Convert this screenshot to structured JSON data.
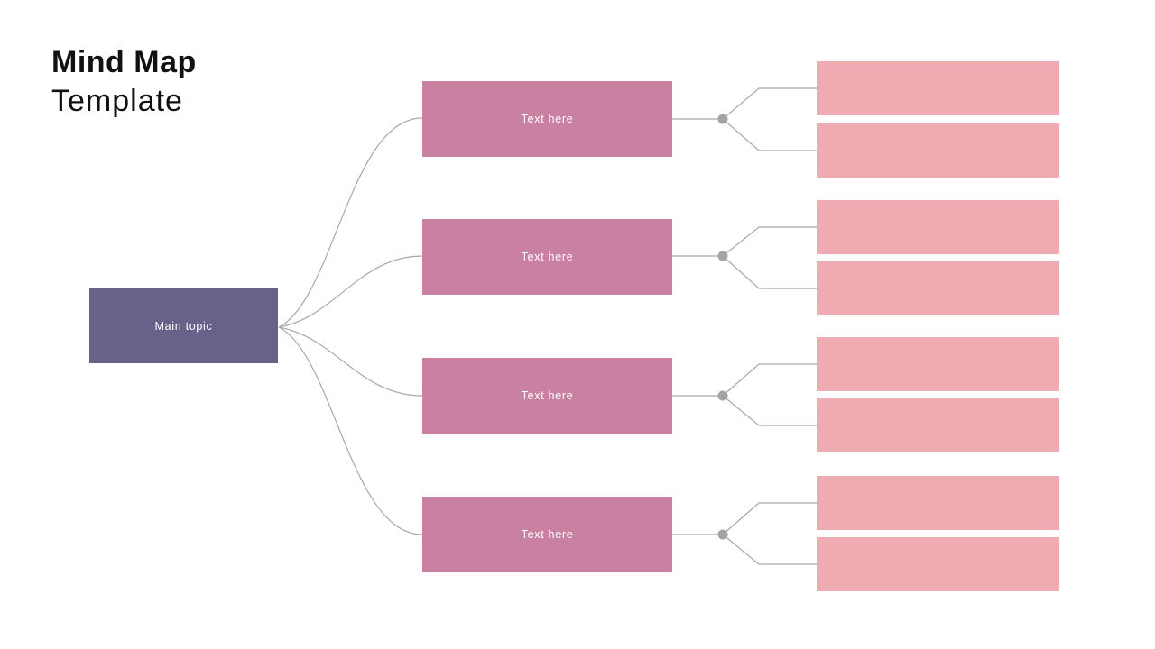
{
  "title": {
    "line1": "Mind Map",
    "line2": "Template"
  },
  "mind_map": {
    "main_topic": {
      "label": "Main topic"
    },
    "branches": [
      {
        "label": "Text here",
        "children": [
          "",
          ""
        ]
      },
      {
        "label": "Text here",
        "children": [
          "",
          ""
        ]
      },
      {
        "label": "Text here",
        "children": [
          "",
          ""
        ]
      },
      {
        "label": "Text here",
        "children": [
          "",
          ""
        ]
      }
    ],
    "colors": {
      "main_topic_fill": "#696189",
      "branch_fill": "#ca80a1",
      "child_fill": "#efabb2",
      "node_text": "#ffffff",
      "connector_stroke": "#a9a9a9",
      "dot_fill": "#a3a3a3",
      "background": "#ffffff",
      "title_text": "#111111"
    }
  }
}
